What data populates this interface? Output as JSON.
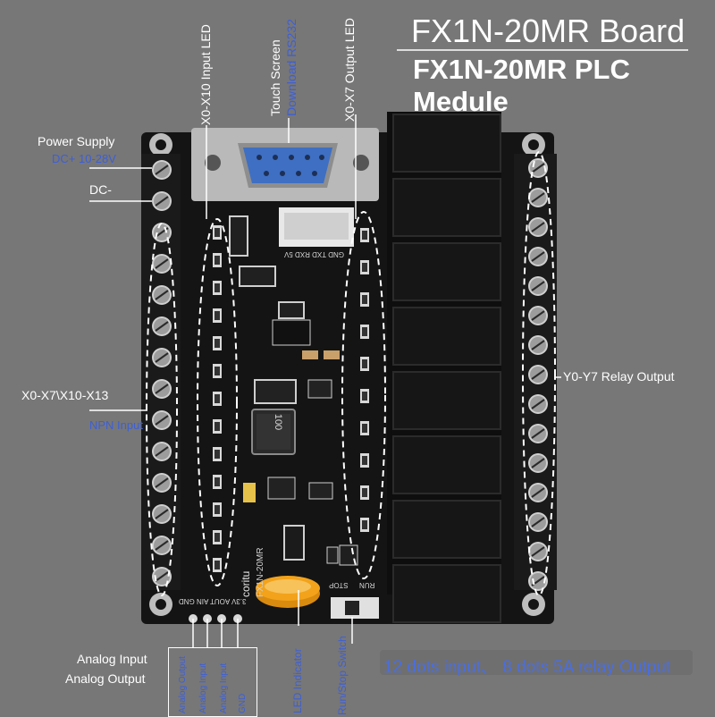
{
  "title": {
    "line1": "FX1N-20MR Board",
    "line2": "FX1N-20MR PLC Medule"
  },
  "labels": {
    "power_supply": "Power Supply",
    "power_voltage": "DC+ 10-28V",
    "dc_minus": "DC-",
    "inputs": "X0-X7\\X10-X13",
    "npn_input": "NPN Input",
    "relay_output": "Y0-Y7 Relay Output",
    "input_led": "X0-X10 Input LED",
    "touch_screen": "Touch Screen",
    "interface": "Download RS232",
    "output_led": "X0-X7 Output LED",
    "analog_input": "Analog Input",
    "analog_output": "Analog Output",
    "analog_pins": [
      "Analog Output",
      "Analog Input",
      "Analog Input",
      "GND"
    ],
    "led_indicator": "LED Indicator",
    "run_stop": "Run/Stop Switch"
  },
  "board_silk": {
    "brand": "coritu",
    "model": "FX1N-20MR",
    "pins": "3.3V AOUT AIN GND",
    "run": "RUN",
    "stop": "STOP",
    "serial": "GND TXD RXD 5V",
    "inductor": "100"
  },
  "footer": {
    "text": "12 dots input、 8 dots 5A relay Output"
  },
  "colors": {
    "background": "#777777",
    "board": "#151515",
    "relay": "#121212",
    "db9": "#3f6fc2",
    "accent_blue": "#3d5fd6",
    "cap_orange": "#f2a31b"
  }
}
